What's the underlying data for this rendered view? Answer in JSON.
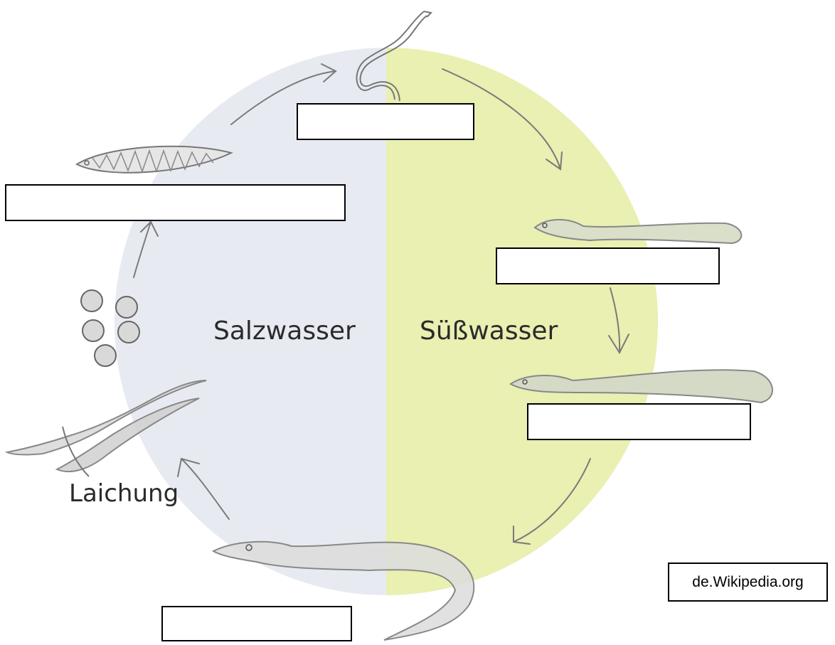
{
  "diagram": {
    "left_region_label": "Salzwasser",
    "right_region_label": "Süßwasser",
    "spawning_label": "Laichung",
    "source_credit": "de.Wikipedia.org",
    "colors": {
      "saltwater": "#e7ebf1",
      "freshwater": "#eaefb2",
      "outline": "#777777",
      "body_fill": "#d9d9d9"
    },
    "stages": [
      {
        "name": "glass-eel",
        "label": ""
      },
      {
        "name": "elver",
        "label": ""
      },
      {
        "name": "yellow-eel",
        "label": ""
      },
      {
        "name": "silver-eel",
        "label": ""
      },
      {
        "name": "leptocephalus-larva",
        "label": ""
      },
      {
        "name": "eggs",
        "label": ""
      }
    ]
  }
}
